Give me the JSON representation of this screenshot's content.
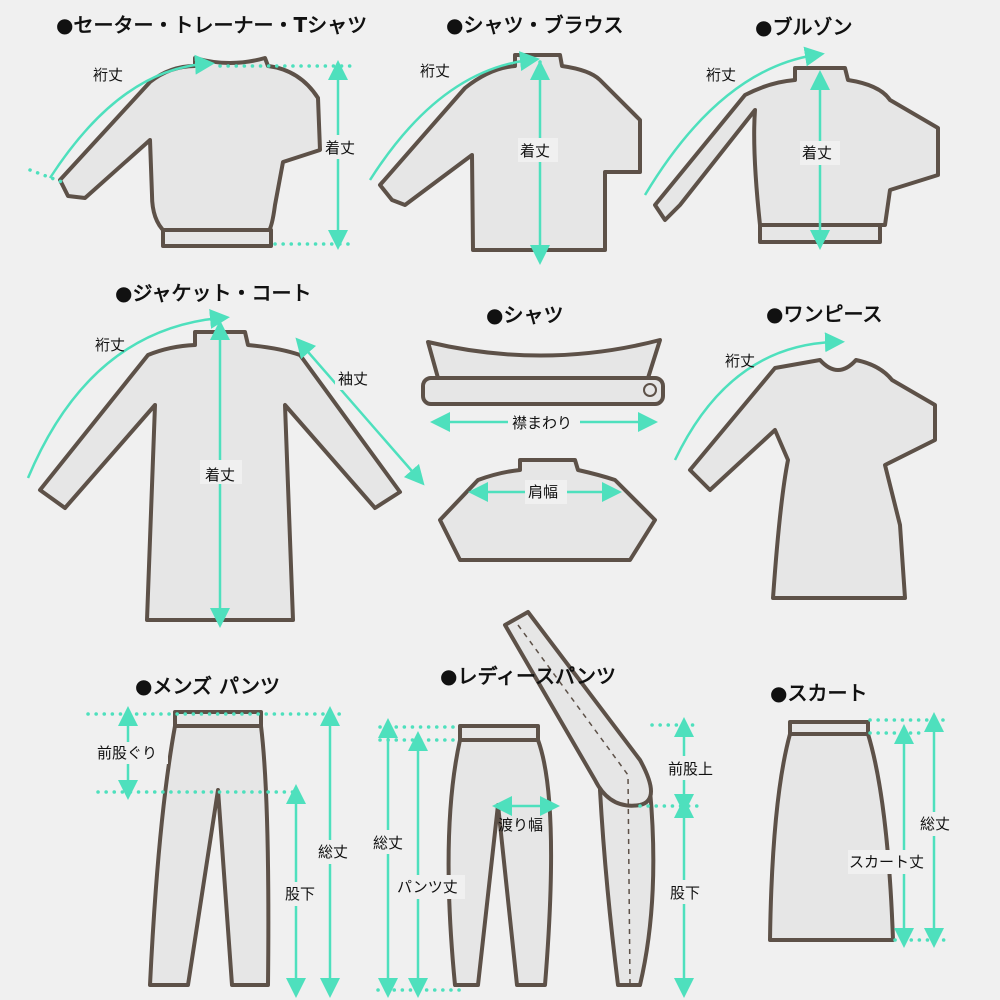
{
  "sections": {
    "sweater": {
      "title": "●セーター・トレーナー・Tシャツ",
      "yuki": "裄丈",
      "kitake": "着丈"
    },
    "shirt_blouse": {
      "title": "●シャツ・ブラウス",
      "yuki": "裄丈",
      "kitake": "着丈"
    },
    "blouson": {
      "title": "●ブルゾン",
      "yuki": "裄丈",
      "kitake": "着丈"
    },
    "jacket": {
      "title": "●ジャケット・コート",
      "yuki": "裄丈",
      "kitake": "着丈",
      "sodetake": "袖丈"
    },
    "shirt": {
      "title": "●シャツ",
      "collar": "襟まわり",
      "shoulder": "肩幅"
    },
    "onepiece": {
      "title": "●ワンピース",
      "yuki": "裄丈"
    },
    "mens_pants": {
      "title": "●メンズ パンツ",
      "rise": "前股ぐり",
      "inseam": "股下",
      "total": "総丈"
    },
    "ladies_pants": {
      "title": "●レディースパンツ",
      "total": "総丈",
      "pants_length": "パンツ丈",
      "thigh": "渡り幅",
      "rise": "前股上",
      "inseam": "股下"
    },
    "skirt": {
      "title": "●スカート",
      "total": "総丈",
      "skirt_length": "スカート丈"
    }
  }
}
